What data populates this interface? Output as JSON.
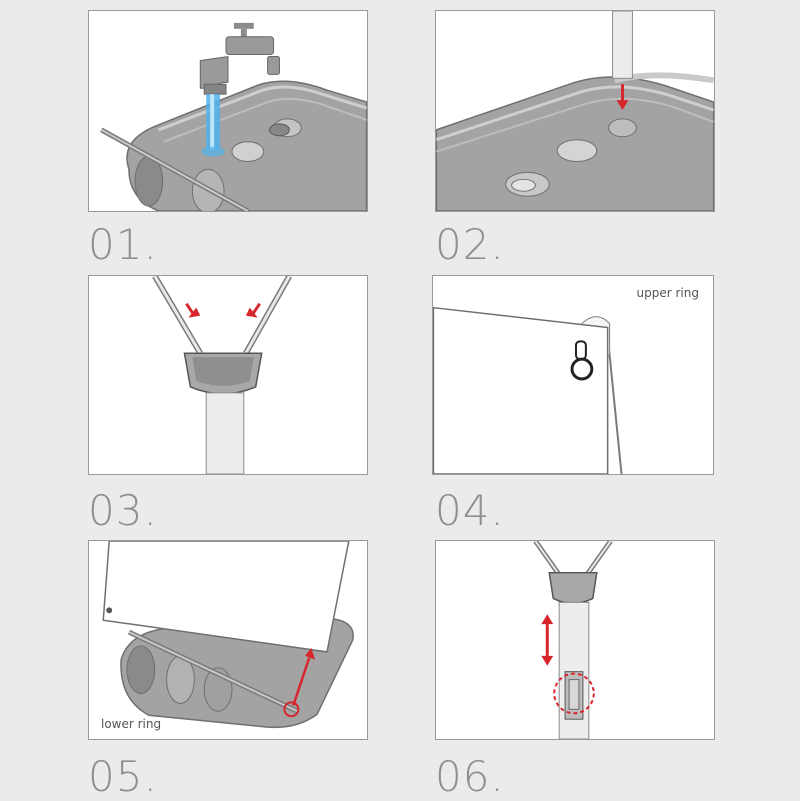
{
  "steps": [
    {
      "number": "01.",
      "description": ""
    },
    {
      "number": "02.",
      "description": ""
    },
    {
      "number": "03.",
      "description": ""
    },
    {
      "number": "04.",
      "description": "upper ring"
    },
    {
      "number": "05.",
      "description": "lower ring"
    },
    {
      "number": "06.",
      "description": ""
    }
  ],
  "colors": {
    "water": "#4fb3ea",
    "arrow": "#d7262b",
    "base": "#9c9c9c",
    "outline": "#6f6f6f"
  },
  "icons": [
    "faucet-icon",
    "water-stream-icon",
    "red-arrow-icon",
    "double-arrow-icon",
    "highlight-circle-icon",
    "ring-icon"
  ]
}
